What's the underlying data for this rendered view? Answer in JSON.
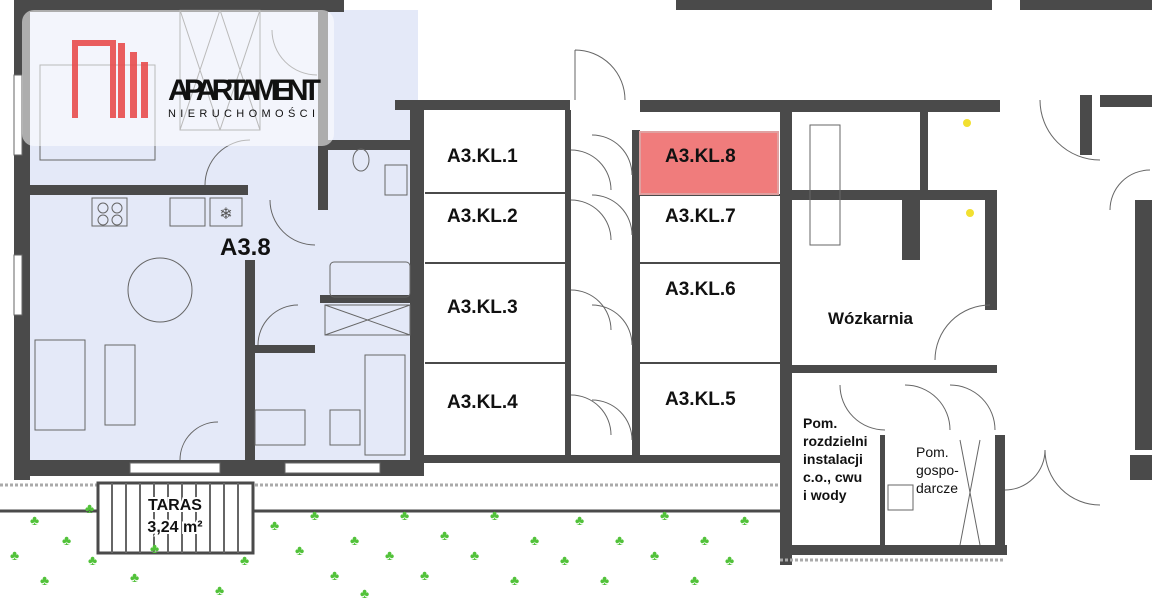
{
  "logo": {
    "name": "APARTAMENT",
    "tagline": "NIERUCHOMOŚCI"
  },
  "apartment": {
    "label": "A3.8",
    "fill_color": "#e4e9f8"
  },
  "storage_units": [
    {
      "label": "A3.KL.1",
      "highlighted": false
    },
    {
      "label": "A3.KL.2",
      "highlighted": false
    },
    {
      "label": "A3.KL.3",
      "highlighted": false
    },
    {
      "label": "A3.KL.4",
      "highlighted": false
    },
    {
      "label": "A3.KL.8",
      "highlighted": true
    },
    {
      "label": "A3.KL.7",
      "highlighted": false
    },
    {
      "label": "A3.KL.6",
      "highlighted": false
    },
    {
      "label": "A3.KL.5",
      "highlighted": false
    }
  ],
  "highlight_color": "#f07c7c",
  "rooms": {
    "pram_room": "Wózkarnia",
    "distribution": [
      "Pom.",
      "rozdzielni",
      "instalacji",
      "c.o., cwu",
      "i wody"
    ],
    "utility": [
      "Pom.",
      "gospo-",
      "darcze"
    ]
  },
  "terrace": {
    "label": "TARAS",
    "area": "3,24 m²"
  },
  "colors": {
    "wall": "#4a4a4a",
    "leaf": "#52c23a",
    "logo_red": "#e84c4c"
  }
}
